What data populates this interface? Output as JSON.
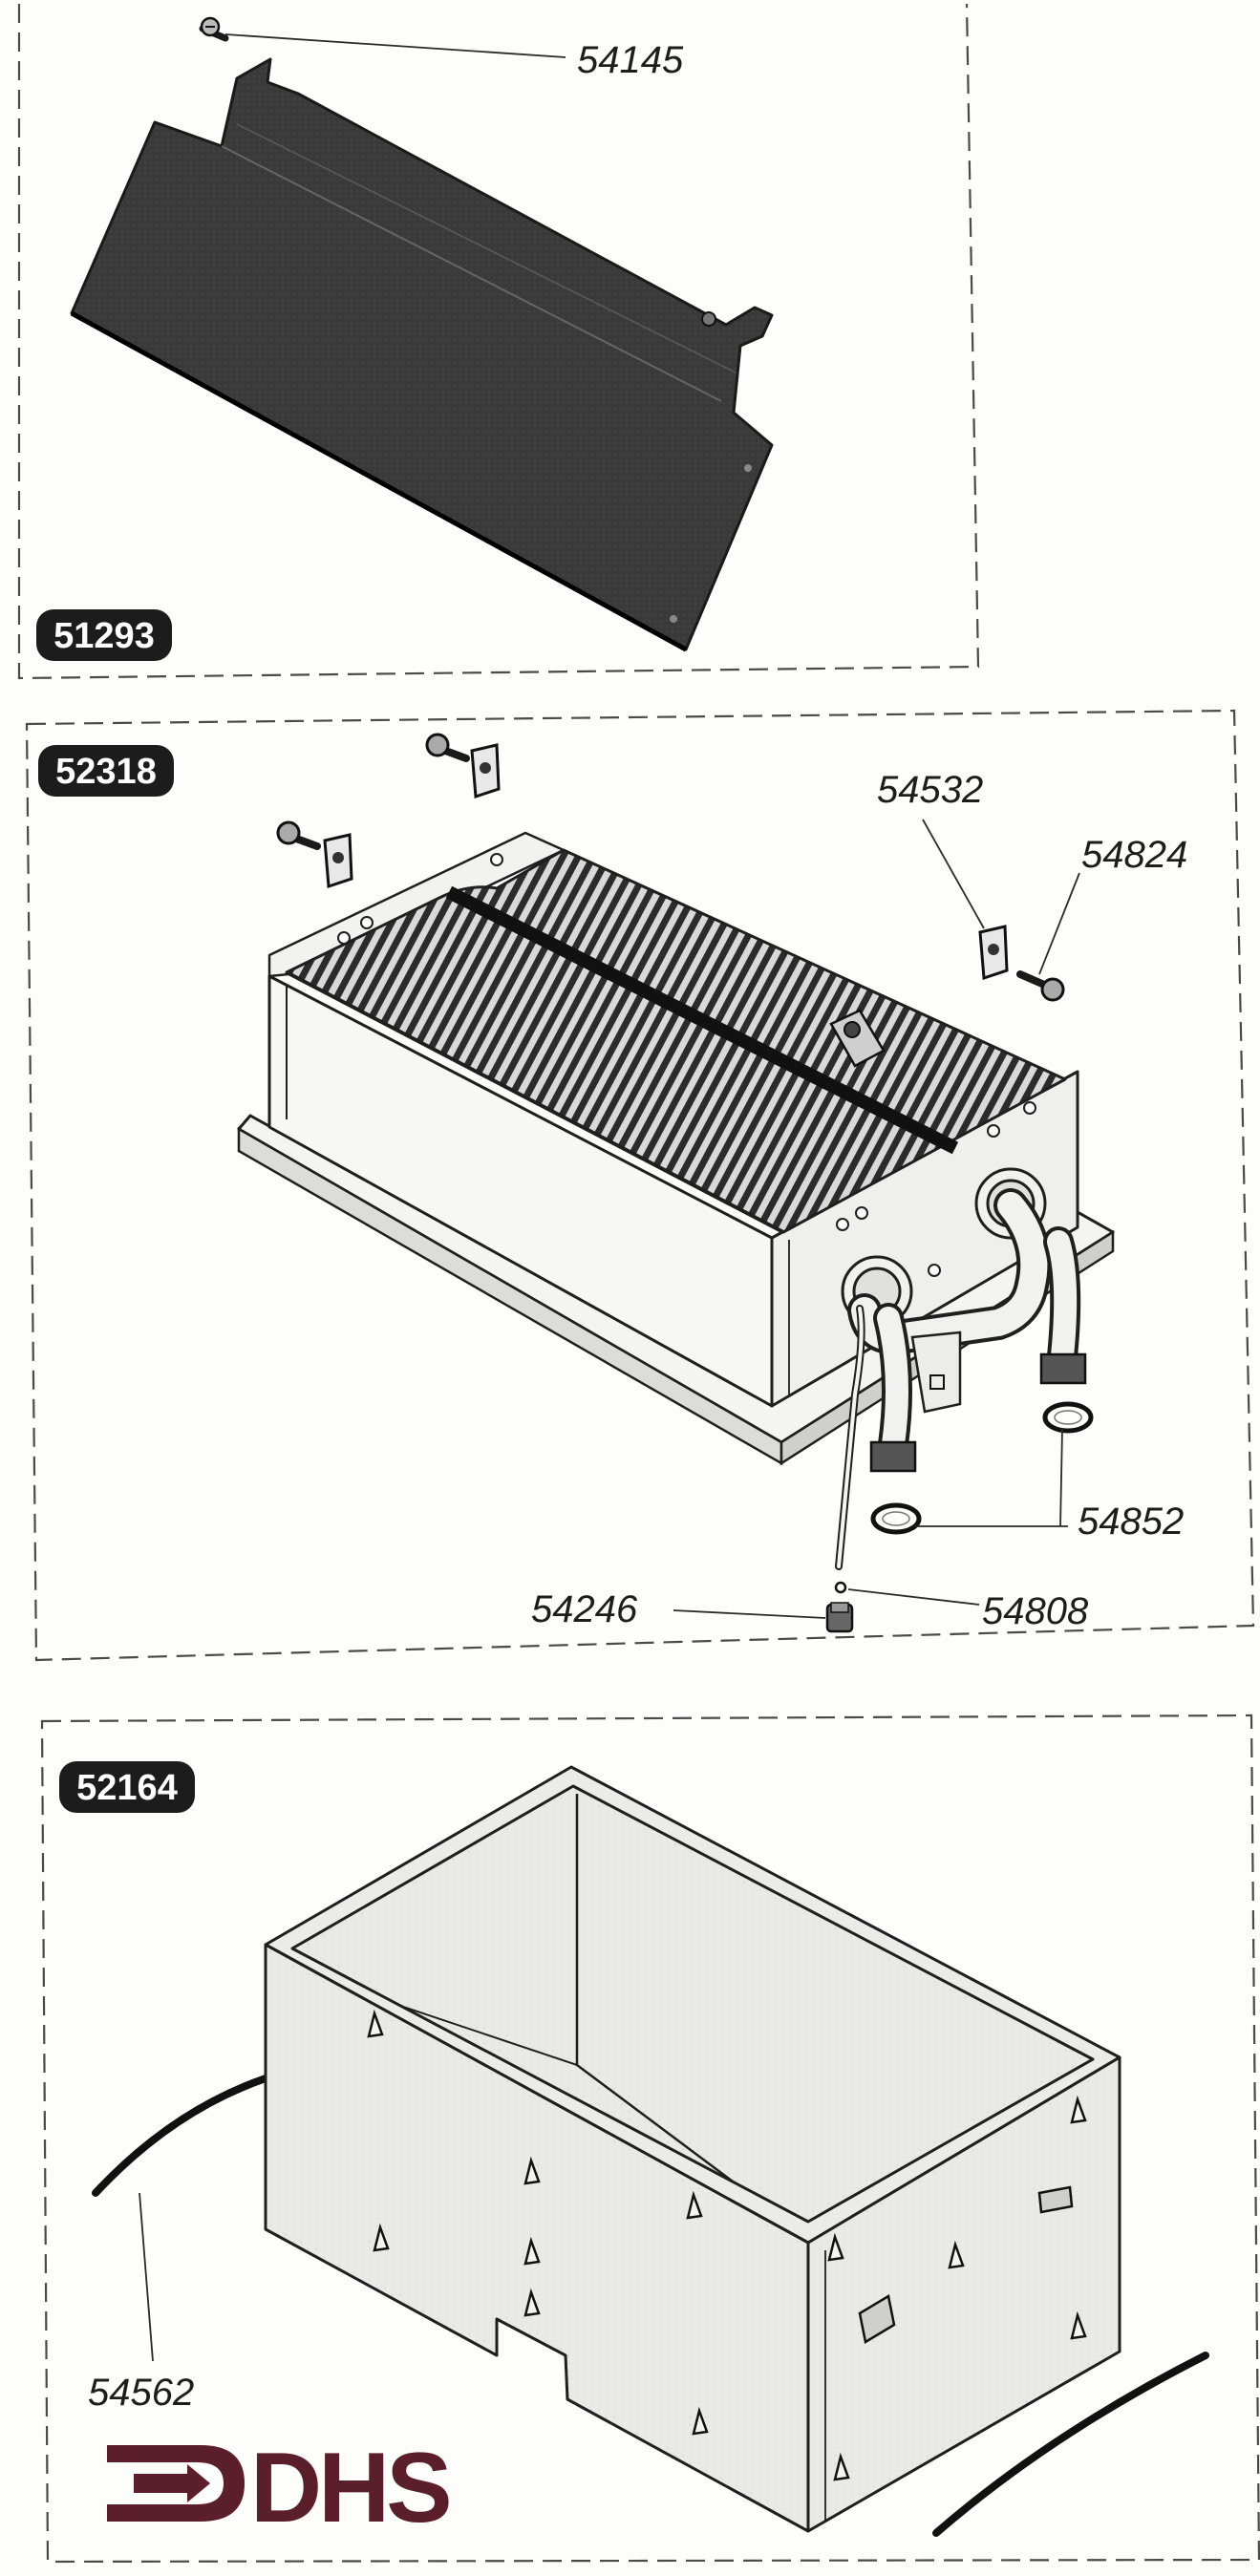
{
  "panels": [
    {
      "badge": "51293",
      "callouts": [
        "54145"
      ]
    },
    {
      "badge": "52318",
      "callouts": [
        "54532",
        "54824",
        "54852",
        "54246",
        "54808"
      ]
    },
    {
      "badge": "52164",
      "callouts": [
        "54562"
      ]
    }
  ],
  "logo": {
    "text": "DHS",
    "color": "#5b1f2b"
  },
  "colors": {
    "badge_fill": "#1c1c1c",
    "line": "#1f1f1f",
    "plate": "#3b3b3b",
    "fins": "#2e2e2e"
  }
}
